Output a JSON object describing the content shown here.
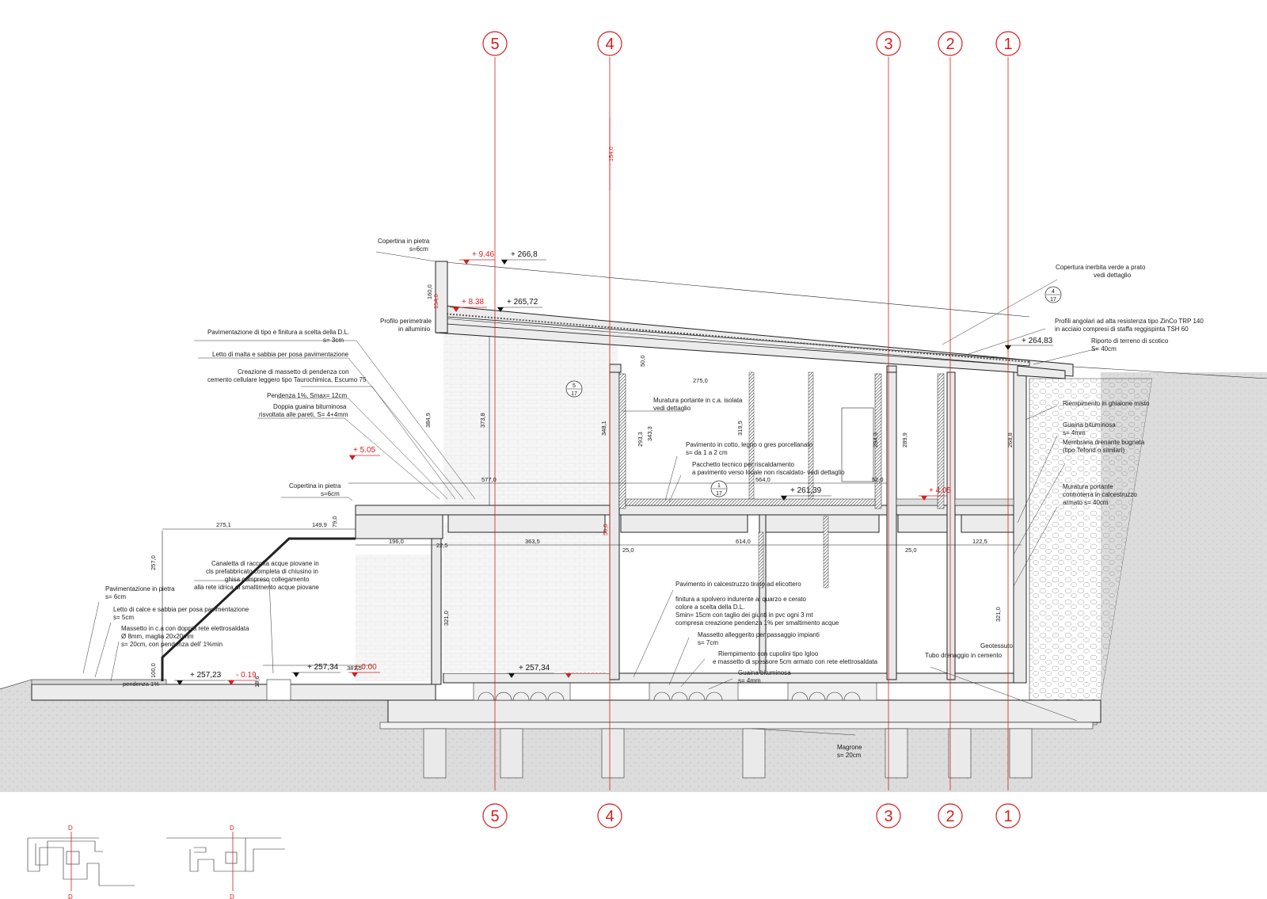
{
  "axes": [
    {
      "id": "5",
      "label": "5"
    },
    {
      "id": "4",
      "label": "4"
    },
    {
      "id": "3",
      "label": "3"
    },
    {
      "id": "2",
      "label": "2"
    },
    {
      "id": "1",
      "label": "1"
    }
  ],
  "levels": {
    "top_black": "+ 266,8",
    "top_red": "+ 9.46",
    "roof_black": "+ 265,72",
    "roof_red": "+ 8.38",
    "east_black": "+ 264,83",
    "mid_red": "+ 5.05",
    "first_floor_black": "+ 261,39",
    "first_floor_red": "+ 4.05",
    "ground_black_left": "+ 257,23",
    "ground_red_left": "- 0.19",
    "ground_black_mid": "+ 257,34",
    "ground_red_mid": "± 0.00",
    "ground_black_inner": "+ 257,34"
  },
  "dimensions": {
    "d154_top": "154,0",
    "d160": "160,0",
    "d154_side": "154,0",
    "d384_9": "384,9",
    "d373_8": "373,8",
    "d348_1": "348,1",
    "d50_top": "50,0",
    "d275_top": "275,0",
    "d293_3": "293,3",
    "d343_3": "343,3",
    "d319_5": "319,5",
    "d294_3": "294,3",
    "d289_9": "289,9",
    "d268_8": "268,8",
    "d577": "577,0",
    "d564": "564,0",
    "d52": "52,0",
    "d275_1": "275,1",
    "d149_9": "149,9",
    "d79": "79,0",
    "d196": "196,0",
    "d22_5": "22,5",
    "d363_5": "363,5",
    "d50_red": "50,0",
    "d25a": "25,0",
    "d614": "614,0",
    "d25b": "25,0",
    "d122_5": "122,5",
    "d257": "257,0",
    "d321_left": "321,0",
    "d321_right": "321,0",
    "d100": "100,0",
    "d383_5": "383,5",
    "d18_6": "18,6",
    "slope": "pendenza 1%"
  },
  "references": [
    {
      "num": "4",
      "den": "17"
    },
    {
      "num": "5",
      "den": "17"
    },
    {
      "num": "1",
      "den": "17"
    }
  ],
  "notes": {
    "copertina_top_1": "Copertina in pietra",
    "copertina_top_2": "s=6cm",
    "profilo_1": "Profilo perimetrale",
    "profilo_2": "in alluminio",
    "pav_tipo_1": "Pavimentazione di tipo e finitura a scelta della D.L.",
    "pav_tipo_2": "s= 3cm",
    "letto_malta": "Letto di malta e sabbia per posa pavimentazione",
    "massetto_pend_1": "Creazione di massetto di pendenza con",
    "massetto_pend_2": "cemento cellulare leggero tipo Taurochimica, Escumo 75",
    "pendenza": "Pendenza 1%, Smax= 12cm",
    "guaina_doppia_1": "Doppia guaina bituminosa",
    "guaina_doppia_2": "risvoltata alle pareti, S= 4+4mm",
    "copertina_mid_1": "Copertina in pietra",
    "copertina_mid_2": "s=6cm",
    "muratura_ca_1": "Muratura portante in c.a. isolata",
    "muratura_ca_2": "vedi dettaglio",
    "pav_cotto_1": "Pavimento in cotto, legno o gres porcellanato",
    "pav_cotto_2": "s= da 1 a 2 cm",
    "pacchetto_1": "Pacchetto tecnico per riscaldamento",
    "pacchetto_2": "a pavimento verso locale non riscaldato- vedi dettaglio",
    "copertura_1": "Copertura inerbita verde a prato",
    "copertura_2": "vedi dettaglio",
    "profili_1": "Profili angolari ad alta resistenza tipo ZinCo TRP 140",
    "profili_2": "in acciaio compresi di staffa reggispinta TSH 60",
    "riporto_1": "Riporto di terreno di scotico",
    "riporto_2": "S= 40cm",
    "riempimento": "Riempimento in ghiaione misto",
    "guaina_right_1": "Guaina bituminosa",
    "guaina_right_2": "s= 4mm",
    "membrana_1": "Membrana drenante bugnata",
    "membrana_2": "(tipo Tefond o similari)",
    "muratura_cls_1": "Muratura portante",
    "muratura_cls_2": "controterra in calcestruzzo",
    "muratura_cls_3": "armato  s= 40cm",
    "canaletta_1": "Canaletta di raccolta acque piovane in",
    "canaletta_2": "cls prefabbricato  completa di chiusino in",
    "canaletta_3": "ghisa compreso collegamento",
    "canaletta_4": "alla rete idrica di smaltimento acque piovane",
    "pav_pietra_1": "Pavimentazione in pietra",
    "pav_pietra_2": "s= 6cm",
    "letto_calce_1": "Letto di calce e sabbia per posa pavimentazione",
    "letto_calce_2": "s= 5cm",
    "massetto_ca_1": "Massetto in c.a con doppia rete elettrosaldata",
    "massetto_ca_2": "Ø 8mm, maglia 20x20mm",
    "massetto_ca_3": "s= 20cm, con pendenza dell' 1%min",
    "pav_cls_1": "Pavimento in calcestruzzo tirato ad elicottero",
    "pav_cls_2": "finitura a spolvero indurente al quarzo e cerato",
    "pav_cls_3": "colore a scelta della D.L.",
    "pav_cls_4": "Smin= 15cm con taglio dei giunti in pvc ogni 3 mt",
    "pav_cls_5": "compresa creazione pendenza 1% per smaltimento acque",
    "massetto_all_1": "Massetto alleggerito per passaggio impianti",
    "massetto_all_2": "s= 7cm",
    "igloo_1": "Riempimento con cupolini tipo Igloo",
    "igloo_2": "e massetto di spessore 5cm armato con rete elettrosaldata",
    "guaina_bot_1": "Guaina bituminosa",
    "guaina_bot_2": "s= 4mm",
    "geotessuto": "Geotessuto",
    "tubo": "Tubo drenaggio in cemento",
    "magrone_1": "Magrone",
    "magrone_2": "s= 20cm"
  },
  "key_plan": {
    "top": "D",
    "bottom": "D",
    "top2": "D",
    "bottom2": "D"
  }
}
